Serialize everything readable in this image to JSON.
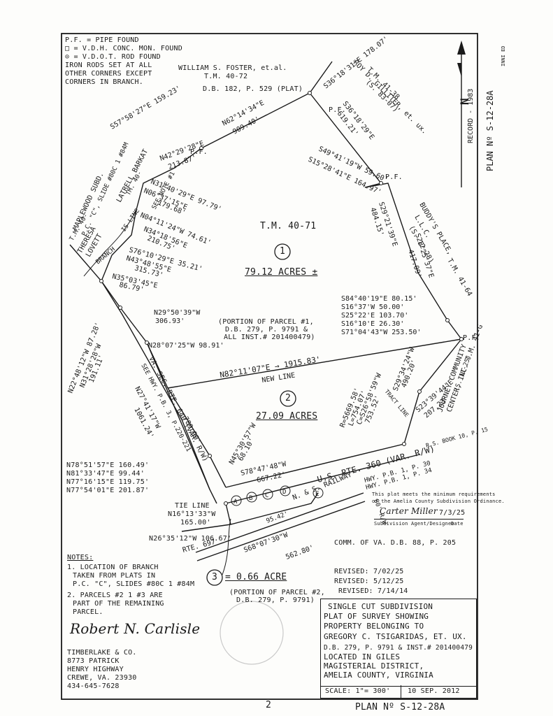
{
  "legend": {
    "pf": "P.F. = PIPE FOUND",
    "square": "= V.D.H. CONC. MON. FOUND",
    "circle": "= V.D.O.T. ROD FOUND",
    "rods1": "IRON RODS SET AT ALL",
    "rods2": "OTHER CORNERS EXCEPT",
    "rods3": "CORNERS IN BRANCH."
  },
  "owners": {
    "foster1": "WILLIAM S. FOSTER, et.al.",
    "foster2": "T.M. 40-72",
    "foster3": "D.B. 182, P. 529 (PLAT)",
    "gilliter1": "ROY D. GILLITER, et. ux.",
    "gilliter2": "T.M. 41-38",
    "gilliter3": "(S. 83-07)",
    "buddy1": "BUDDY'S PLACE,",
    "buddy2": "L.L.C.",
    "buddy3": "(S. 12-28)",
    "buddy4": "T.M. 41-64",
    "journey1": "JOURNEY COMMUNITY",
    "journey2": "CENTER, INC. T.M. 41-G",
    "journey3": "(S. 11-25)",
    "maplewood1": "MAPLEWOOD SUBD.",
    "maplewood2": "P.C. \"C\", SLIDE #80C 1 #84M",
    "lavbarkat1": "LATRELL BARKAT",
    "lavbarkat2": "TM. 40-",
    "lovett1": "THERESA",
    "lovett2": "LOVETT",
    "lovett3": "T.M. 40-",
    "comm": "COMM. OF VA. D.B. 88, P. 205",
    "railway": "N. & S. RAILWAY",
    "rte697": "RTE. 697",
    "us360": "U.S. RTE. 360 (VAR. R/W)",
    "hwy1": "HWY. P.B. 1, P. 30",
    "hwy2": "HWY. P.B. 1, P. 34"
  },
  "bearings": {
    "b1": "S57°58'27\"E 159.23'",
    "b2": "N62°14'34\"E",
    "b2d": "909.40'",
    "b3": "S36°18'31\"E 178.07'",
    "b4": "S36°18'29\"E",
    "b4d": "619.21'",
    "b5": "S49°41'19\"W 59.60'",
    "b6": "S15°28'41\"E 164.97'",
    "b7": "N42°29'28\"E",
    "b7d": "213.87'",
    "b8": "N31°40'29\"E 97.79'",
    "b9": "N06°37'15\"E",
    "b9d": "179.68'",
    "b10": "N04°11'24\"W 74.61'",
    "b11": "N34°18'56\"E",
    "b11d": "210.75'",
    "b12": "S76°10'29\"E 35.21'",
    "b13": "N43°48'55\"E",
    "b13d": "315.73'",
    "b14": "N35°03'45\"E",
    "b14d": "86.79'",
    "b15": "N29°50'39\"W",
    "b15d": "306.93'",
    "b16": "N28°07'25\"W 98.91'",
    "b17": "N22°48'12\"W 87.28'",
    "b18": "N31°28'28\"W",
    "b18d": "191.11'",
    "b19": "S29°21'39\"E",
    "b19d": "484.15'",
    "b20": "S28°25'37\"E",
    "b20d": "417.09'",
    "b21": "S84°40'19\"E 80.15'",
    "b22": "S16°37'W 50.00'",
    "b23": "S25°22'E 103.70'",
    "b24": "S16°10'E 26.30'",
    "b25": "S71°04'43\"W 253.50'",
    "newline": "N82°11'07\"E → 1915.83'",
    "newlinelabel": "NEW LINE",
    "b27": "S29°34'24\"W",
    "b27d": "490.20'",
    "b28": "S23°39'44\"E",
    "b28d": "207.23'",
    "b29": "VA. SEC. RTE. 640 (VAR. R/W)",
    "b29b": "SEE HWY. P.B. 3, P.220-221",
    "b29c": "N27°41'17\"W",
    "b29d": "1061.24'",
    "b30": "789.90'",
    "b31": "N45°30'57\"W",
    "b31d": "68.10'",
    "b32": "S78°47'48\"W",
    "b32d": "667.22'",
    "curve1": "R=5669.58'",
    "curve2": "L=754.07'",
    "curve3": "C=S26°58'59\"W",
    "curve4": "753.52'",
    "tractline": "TRACT LINE",
    "tieline1": "TIE LINE",
    "tieline2": "N16°13'33\"W",
    "tieline3": "165.00'",
    "b36": "N26°35'12\"W 106.67'",
    "b37": "95.42'",
    "b38": "S68°07'30\"W",
    "b38d": "562.80'",
    "b39": "80' R/W",
    "rsbook": "R.S. BOOK 10, P. 15"
  },
  "parcels": {
    "tm": "T.M. 40-71",
    "p1num": "1",
    "p1area": "79.12 ACRES ±",
    "p1note1": "(PORTION OF PARCEL #1,",
    "p1note2": "D.B. 279, P. 9791 &",
    "p1note3": "ALL INST.# 201400479)",
    "p2num": "2",
    "p2area": "27.09 ACRES",
    "p3num": "3",
    "p3area": "= 0.66 ACRE",
    "p3note1": "(PORTION OF PARCEL #2,",
    "p3note2": "D.B. 279, P. 9791)"
  },
  "branch": {
    "branch": "BRANCH",
    "sline": "IS LINE",
    "seenote": "SEE NOTE #1"
  },
  "points": {
    "a": "A",
    "b": "B",
    "c": "C",
    "d": "D",
    "e": "E"
  },
  "abcd": {
    "ab": "N78°51'57\"E 160.49'",
    "bc": "N81°33'47\"E 99.44'",
    "cd": "N77°16'15\"E 119.75'",
    "de": "N77°54'01\"E 201.87'"
  },
  "pf": "P.F.",
  "north": {
    "n": "N",
    "record": "RECORD - 1983"
  },
  "approval": {
    "line1": "This plat meets the minimum requirements",
    "line2": "of the Amelia County Subdivision Ordinance.",
    "sig": "Carter Miller",
    "date": "7/3/25",
    "agent": "Subdivision Agent/Designee",
    "datelabel": "Date"
  },
  "revisions": {
    "r1": "REVISED: 7/02/25",
    "r2": "REVISED: 5/12/25",
    "r3": "REVISED: 7/14/14"
  },
  "notes": {
    "head": "NOTES:",
    "n1a": "1. LOCATION OF BRANCH",
    "n1b": "TAKEN FROM PLATS IN",
    "n1c": "P.C. \"C\", SLIDES #80C 1 #84M",
    "n2a": "2. PARCELS #2 1 #3 ARE",
    "n2b": "PART OF THE REMAINING",
    "n2c": "PARCEL."
  },
  "surveyor": {
    "sig": "Robert N. Carlisle",
    "l1": "TIMBERLAKE & CO.",
    "l2": "8773 PATRICK",
    "l3": "HENRY HIGHWAY",
    "l4": "CREWE, VA. 23930",
    "l5": "434-645-7628"
  },
  "titleblock": {
    "l1": "SINGLE CUT SUBDIVISION",
    "l2": "PLAT OF SURVEY SHOWING",
    "l3": "PROPERTY BELONGING TO",
    "l4": "GREGORY C. TSIGARIDAS, ET. UX.",
    "l5": "D.B. 279, P. 9791 & INST.# 201400479",
    "l6": "LOCATED IN GILES",
    "l7": "MAGISTERIAL DISTRICT,",
    "l8": "AMELIA COUNTY, VIRGINIA",
    "scale": "SCALE: 1\"= 300'",
    "date": "10 SEP. 2012"
  },
  "plan": {
    "side": "PLAN Nº S-12-28A",
    "bottom": "PLAN Nº S-12-28A",
    "sidesmall": "INNI ED",
    "page": "2"
  }
}
